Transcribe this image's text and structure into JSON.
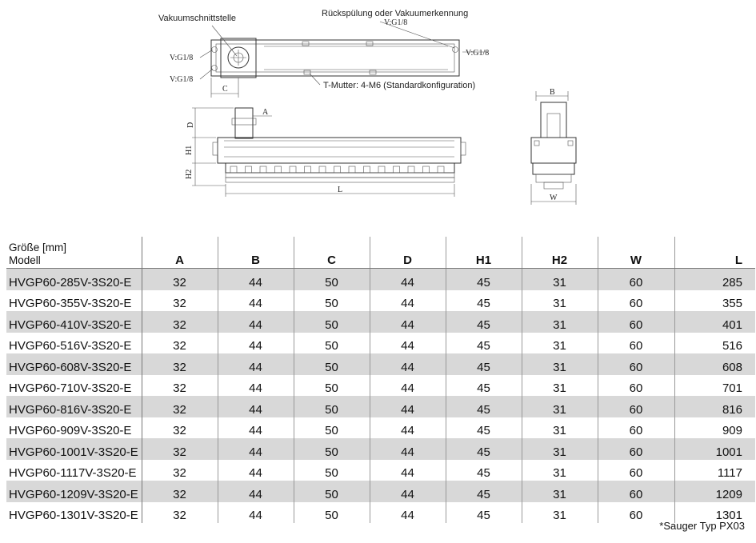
{
  "drawing": {
    "labels": {
      "vacuum_interface": "Vakuumschnittstelle",
      "backflush": "Rückspülung oder Vakuumerkennung",
      "v_g18": "V:G1/8",
      "t_nut": "T-Mutter: 4-M6 (Standardkonfiguration)",
      "dim_a": "A",
      "dim_b": "B",
      "dim_c": "C",
      "dim_d": "D",
      "dim_h1": "H1",
      "dim_h2": "H2",
      "dim_l": "L",
      "dim_w": "W"
    }
  },
  "table": {
    "header": {
      "size_label": "Größe [mm]",
      "model_label": "Modell",
      "columns": [
        "A",
        "B",
        "C",
        "D",
        "H1",
        "H2",
        "W",
        "L"
      ]
    },
    "rows": [
      {
        "model": "HVGP60-285V-3S20-E",
        "values": [
          "32",
          "44",
          "50",
          "44",
          "45",
          "31",
          "60",
          "285"
        ]
      },
      {
        "model": "HVGP60-355V-3S20-E",
        "values": [
          "32",
          "44",
          "50",
          "44",
          "45",
          "31",
          "60",
          "355"
        ]
      },
      {
        "model": "HVGP60-410V-3S20-E",
        "values": [
          "32",
          "44",
          "50",
          "44",
          "45",
          "31",
          "60",
          "401"
        ]
      },
      {
        "model": "HVGP60-516V-3S20-E",
        "values": [
          "32",
          "44",
          "50",
          "44",
          "45",
          "31",
          "60",
          "516"
        ]
      },
      {
        "model": "HVGP60-608V-3S20-E",
        "values": [
          "32",
          "44",
          "50",
          "44",
          "45",
          "31",
          "60",
          "608"
        ]
      },
      {
        "model": "HVGP60-710V-3S20-E",
        "values": [
          "32",
          "44",
          "50",
          "44",
          "45",
          "31",
          "60",
          "701"
        ]
      },
      {
        "model": "HVGP60-816V-3S20-E",
        "values": [
          "32",
          "44",
          "50",
          "44",
          "45",
          "31",
          "60",
          "816"
        ]
      },
      {
        "model": "HVGP60-909V-3S20-E",
        "values": [
          "32",
          "44",
          "50",
          "44",
          "45",
          "31",
          "60",
          "909"
        ]
      },
      {
        "model": "HVGP60-1001V-3S20-E",
        "values": [
          "32",
          "44",
          "50",
          "44",
          "45",
          "31",
          "60",
          "1001"
        ]
      },
      {
        "model": "HVGP60-1117V-3S20-E",
        "values": [
          "32",
          "44",
          "50",
          "44",
          "45",
          "31",
          "60",
          "1117"
        ]
      },
      {
        "model": "HVGP60-1209V-3S20-E",
        "values": [
          "32",
          "44",
          "50",
          "44",
          "45",
          "31",
          "60",
          "1209"
        ]
      },
      {
        "model": "HVGP60-1301V-3S20-E",
        "values": [
          "32",
          "44",
          "50",
          "44",
          "45",
          "31",
          "60",
          "1301"
        ]
      }
    ],
    "shade_color": "#d8d8d8"
  },
  "footnote": "*Sauger Typ PX03"
}
